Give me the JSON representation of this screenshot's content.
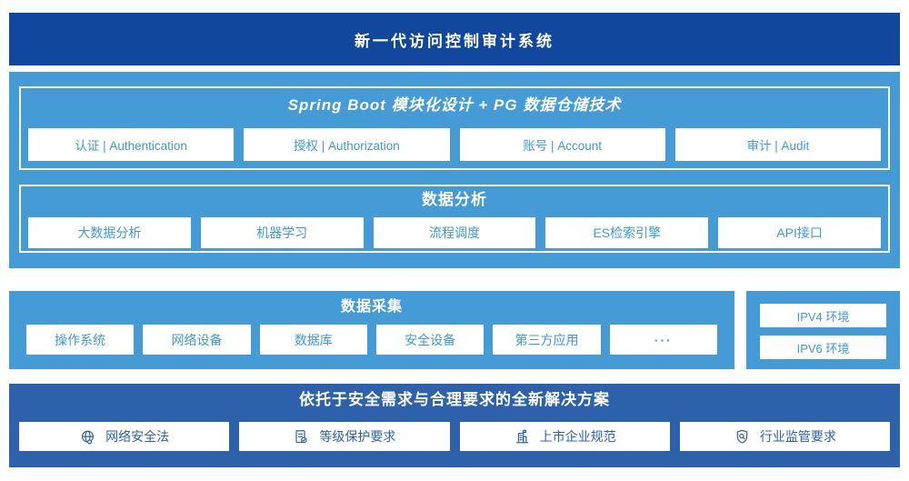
{
  "colors": {
    "header_bg": "#11489e",
    "panel_blue": "#449bd5",
    "solution_bg": "#2e61ac",
    "chip_text_blue": "#4199d4",
    "chip_bg": "#ffffff"
  },
  "header": {
    "title": "新一代访问控制审计系统"
  },
  "platform": {
    "spring": {
      "title": "Spring Boot 模块化设计 + PG 数据仓储技术",
      "buttons": [
        "认证 | Authentication",
        "授权 | Authorization",
        "账号 | Account",
        "审计 | Audit"
      ]
    },
    "analysis": {
      "title": "数据分析",
      "buttons": [
        "大数据分析",
        "机器学习",
        "流程调度",
        "ES检索引擎",
        "API接口"
      ]
    }
  },
  "collection": {
    "title": "数据采集",
    "buttons": [
      "操作系统",
      "网络设备",
      "数据库",
      "安全设备",
      "第三方应用",
      "···"
    ]
  },
  "environment": {
    "buttons": [
      "IPV4 环境",
      "IPV6 环境"
    ]
  },
  "solution": {
    "title": "依托于安全需求与合理要求的全新解决方案",
    "buttons": [
      {
        "icon": "globe-icon",
        "label": "网络安全法"
      },
      {
        "icon": "document-check-icon",
        "label": "等级保护要求"
      },
      {
        "icon": "building-icon",
        "label": "上市企业规范"
      },
      {
        "icon": "shield-search-icon",
        "label": "行业监管要求"
      }
    ]
  }
}
